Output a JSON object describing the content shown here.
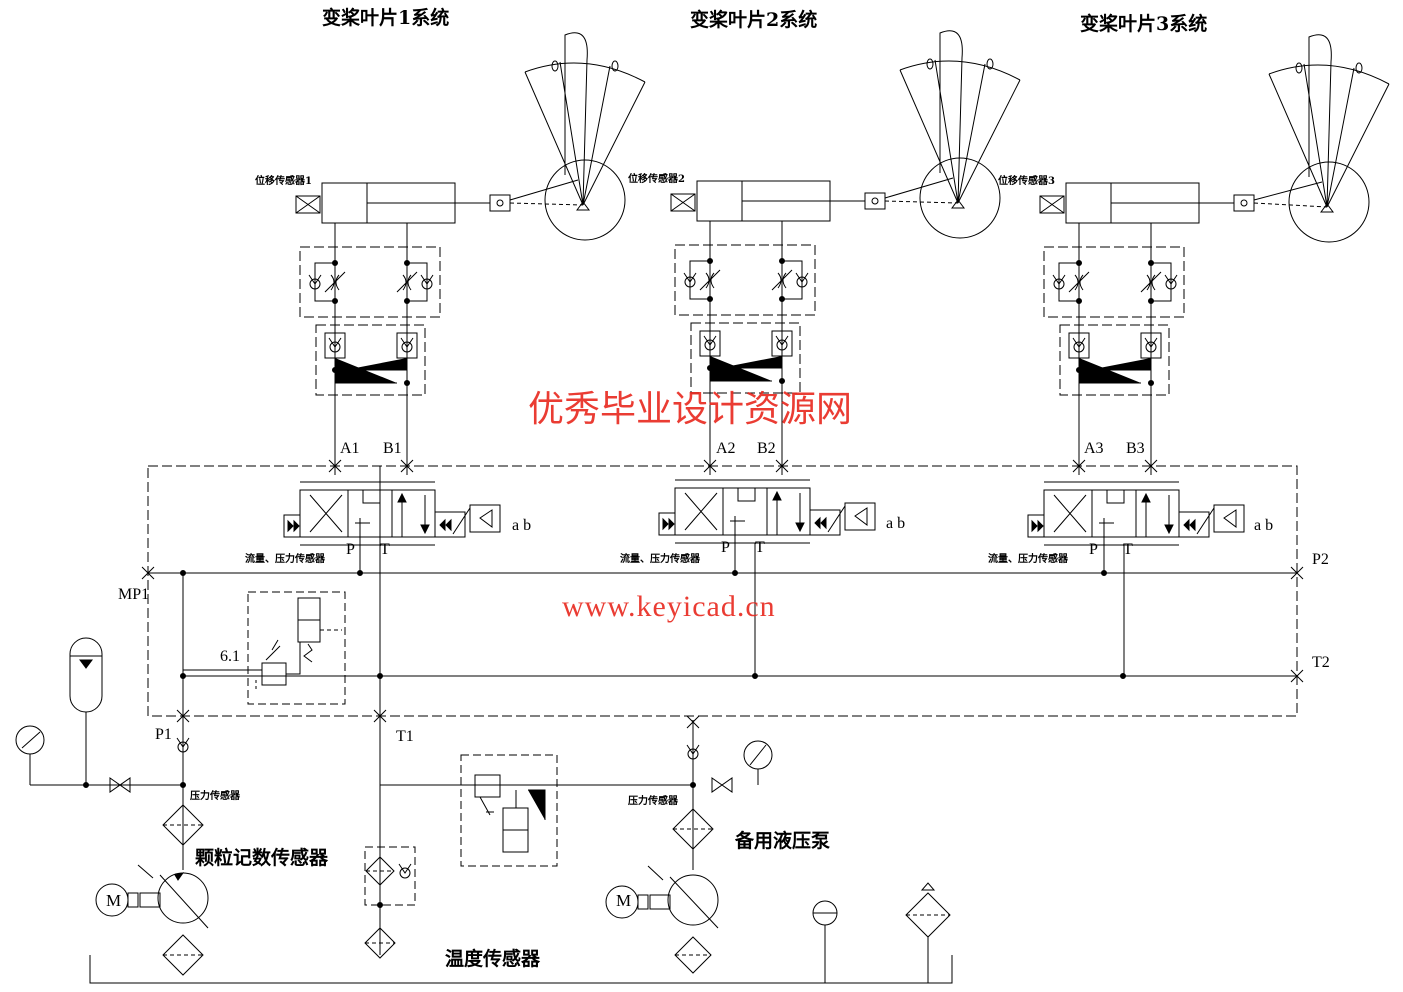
{
  "subsystems": [
    {
      "title": "变桨叶片1系统",
      "sensor": "位移传感器1",
      "a": "A1",
      "b": "B1",
      "p": "P",
      "t": "T",
      "ab": "a b",
      "flow_sensor": "流量、压力传感器"
    },
    {
      "title": "变桨叶片2系统",
      "sensor": "位移传感器2",
      "a": "A2",
      "b": "B2",
      "p": "P",
      "t": "T",
      "ab": "a b",
      "flow_sensor": "流量、压力传感器"
    },
    {
      "title": "变桨叶片3系统",
      "sensor": "位移传感器3",
      "a": "A3",
      "b": "B3",
      "p": "P",
      "t": "T",
      "ab": "a b",
      "flow_sensor": "流量、压力传感器"
    }
  ],
  "ports": {
    "mp1": "MP1",
    "p1": "P1",
    "t1": "T1",
    "p2": "P2",
    "t2": "T2",
    "valve_6_1": "6.1"
  },
  "labels": {
    "pressure_sensor_1": "压力传感器",
    "pressure_sensor_2": "压力传感器",
    "particle_sensor": "颗粒记数传感器",
    "backup_pump": "备用液压泵",
    "temp_sensor": "温度传感器",
    "motor": "M"
  },
  "watermark": {
    "line1": "优秀毕业设计资源网",
    "line2": "www.keyicad.cn"
  },
  "colors": {
    "line": "#000000",
    "watermark": "#e8281e"
  }
}
